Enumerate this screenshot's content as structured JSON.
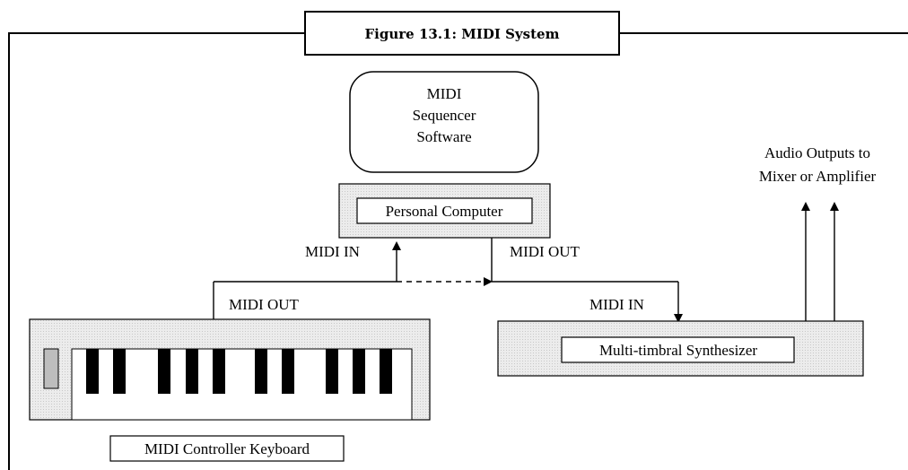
{
  "figure_title": "Figure 13.1: MIDI System",
  "sequencer": {
    "line1": "MIDI",
    "line2": "Sequencer",
    "line3": "Software"
  },
  "computer_label": "Personal Computer",
  "keyboard_label": "MIDI Controller Keyboard",
  "synth_label": "Multi-timbral Synthesizer",
  "audio_outputs": {
    "line1": "Audio Outputs to",
    "line2": "Mixer or Amplifier"
  },
  "ports": {
    "pc_in": "MIDI IN",
    "pc_out": "MIDI OUT",
    "keyboard_out": "MIDI OUT",
    "synth_in": "MIDI IN"
  },
  "colors": {
    "frame": "#000000",
    "shaded_fill": "#e6e6e6",
    "ink": "#000000",
    "paper": "#ffffff"
  }
}
